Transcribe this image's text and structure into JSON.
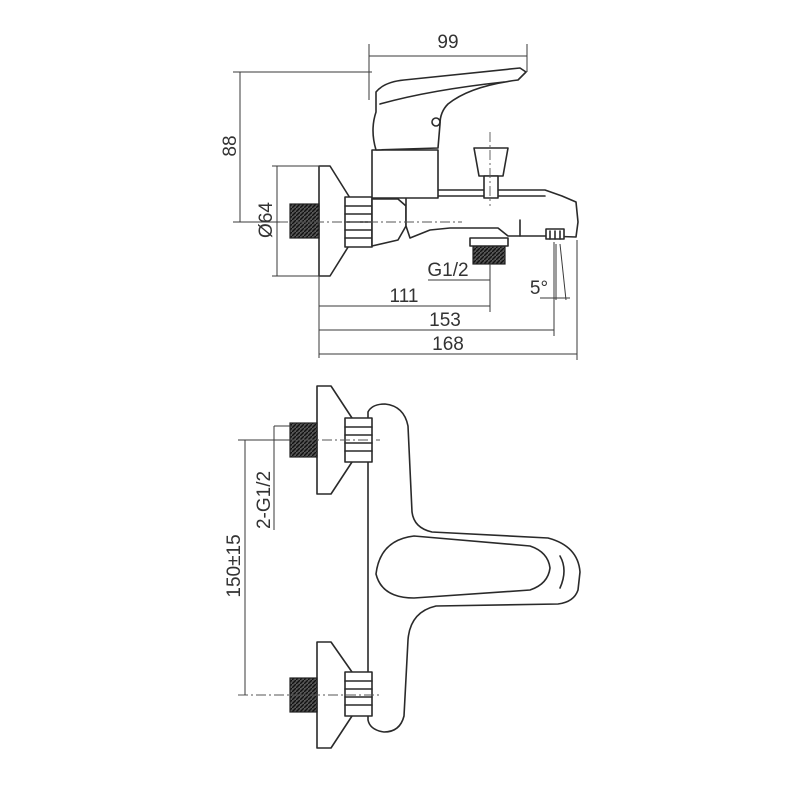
{
  "drawing": {
    "dimensions": {
      "width_99": "99",
      "height_88": "88",
      "flange_diameter": "Ø64",
      "inlet_thread": "G1/2",
      "depth_111": "111",
      "depth_153": "153",
      "depth_168": "168",
      "spout_angle": "5°",
      "centers": "150±15",
      "inlet_threads_pair": "2-G1/2"
    }
  }
}
